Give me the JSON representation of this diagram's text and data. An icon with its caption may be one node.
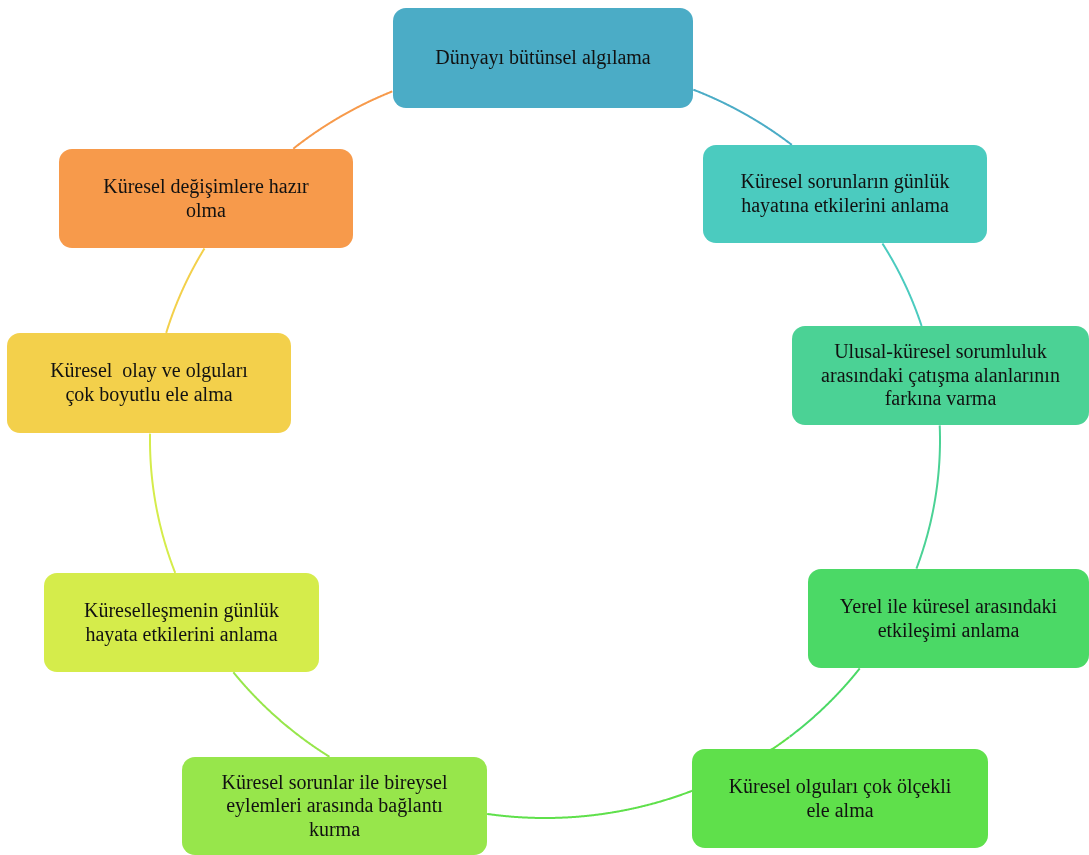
{
  "diagram": {
    "nodes": [
      {
        "text": [
          "Dünyayı bütünsel algılama"
        ]
      },
      {
        "text": [
          "Küresel sorunların günlük hayatına etkilerini anlama"
        ]
      },
      {
        "text": [
          "Ulusal-küresel sorumluluk arasındaki çatışma alanlarının farkına varma"
        ]
      },
      {
        "text": [
          "Yerel ile küresel arasındaki etkileşimi anlama"
        ]
      },
      {
        "text": [
          "Küresel olguları çok ölçekli ele alma"
        ]
      },
      {
        "text": [
          "Küresel sorunlar ile bireysel eylemleri arasında bağlantı kurma"
        ]
      },
      {
        "text": [
          "Küreselleşmenin günlük hayata etkilerini anlama"
        ]
      },
      {
        "text": [
          "Küresel  olay ve olguları çok boyutlu ele alma"
        ]
      },
      {
        "text": [
          "Küresel değişimlere hazır olma"
        ]
      }
    ],
    "edges": [
      {
        "from": 0,
        "to": 1,
        "arrow": "none",
        "color": "#4bacc6"
      },
      {
        "from": 1,
        "to": 2,
        "arrow": "none",
        "color": "#4bcbbf"
      },
      {
        "from": 2,
        "to": 3,
        "arrow": "none",
        "color": "#4bd295"
      },
      {
        "from": 3,
        "to": 4,
        "arrow": "none",
        "color": "#4bd966"
      },
      {
        "from": 4,
        "to": 5,
        "arrow": "none",
        "color": "#5fe04b"
      },
      {
        "from": 5,
        "to": 6,
        "arrow": "none",
        "color": "#97e64b"
      },
      {
        "from": 6,
        "to": 7,
        "arrow": "none",
        "color": "#d5ec4b"
      },
      {
        "from": 7,
        "to": 8,
        "arrow": "none",
        "color": "#f3d04b"
      },
      {
        "from": 8,
        "to": 0,
        "arrow": "none",
        "color": "#f79a4b"
      }
    ]
  }
}
